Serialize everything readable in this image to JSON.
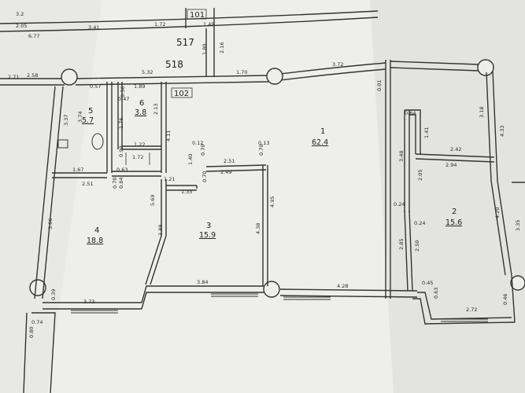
{
  "sheet": {
    "paper_color": "#f0f0ee",
    "line_color": "#333333",
    "background_color": "#a9acaa"
  },
  "labels": {
    "unit_517": "517",
    "unit_518": "518",
    "unit_101": "101",
    "unit_102": "102"
  },
  "rooms": [
    {
      "number": "1",
      "area": "62.4"
    },
    {
      "number": "2",
      "area": "15.6"
    },
    {
      "number": "3",
      "area": "15.9"
    },
    {
      "number": "4",
      "area": "18.8"
    },
    {
      "number": "5",
      "area": "5.7"
    },
    {
      "number": "6",
      "area": "3.8"
    }
  ],
  "dimensions": {
    "top_3_2": "3.2",
    "top_2_05": "2.05",
    "top_6_77": "6.77",
    "top_3_41": "3.41",
    "top_1_72": "1.72",
    "top_1_49": "1.49",
    "top_1_80": "1.80",
    "top_2_16": "2.16",
    "d_5_32": "5.32",
    "d_1_70": "1.70",
    "d_3_72": "3.72",
    "d_2_71": "2.71",
    "d_2_58": "2.58",
    "d_0_57": "0.57",
    "d_1_89": "1.89",
    "d_0_47": "0.47",
    "d_0_56": "0.56",
    "d_2_13": "2.13",
    "d_3_37": "3.37",
    "d_3_74": "3.74",
    "d_1_76": "1.76",
    "d_1_22": "1.22",
    "d_4_11": "4.11",
    "d_0_12": "0.12",
    "d_0_70a": "0.70",
    "d_0_13": "0.13",
    "d_0_70b": "0.70",
    "d_1_72": "1.72",
    "d_1_67": "1.67",
    "d_0_63": "0.63",
    "d_0_90": "0.90",
    "d_1_40": "1.40",
    "d_2_51": "2.51",
    "d_2_49": "2.49",
    "d_0_70c": "0.70",
    "d_2_51b": "2.51",
    "d_0_70d": "0.70",
    "d_0_84": "0.84",
    "d_1_21": "1.21",
    "d_1_35": "1.35",
    "d_3_66": "3.66",
    "d_5_69": "5.69",
    "d_3_88": "3.88",
    "d_4_38": "4.38",
    "d_4_95": "4.95",
    "d_3_84": "3.84",
    "d_4_28": "4.28",
    "d_3_73": "3.73",
    "d_0_39": "0.39",
    "d_0_74": "0.74",
    "d_0_80": "0.80",
    "d_0_64": "0.64",
    "d_1_41": "1.41",
    "d_3_18": "3.18",
    "d_4_33": "4.33",
    "d_2_42": "2.42",
    "d_3_48": "3.48",
    "d_2_94": "2.94",
    "d_2_05": "2.05",
    "d_0_24a": "0.24",
    "d_0_24b": "0.24",
    "d_4_20": "4.20",
    "d_3_35": "3.35",
    "d_2_85": "2.85",
    "d_2_50": "2.50",
    "d_0_45": "0.45",
    "d_0_63b": "0.63",
    "d_2_72": "2.72",
    "d_0_46": "0.46",
    "d_0_01": "0.01"
  }
}
